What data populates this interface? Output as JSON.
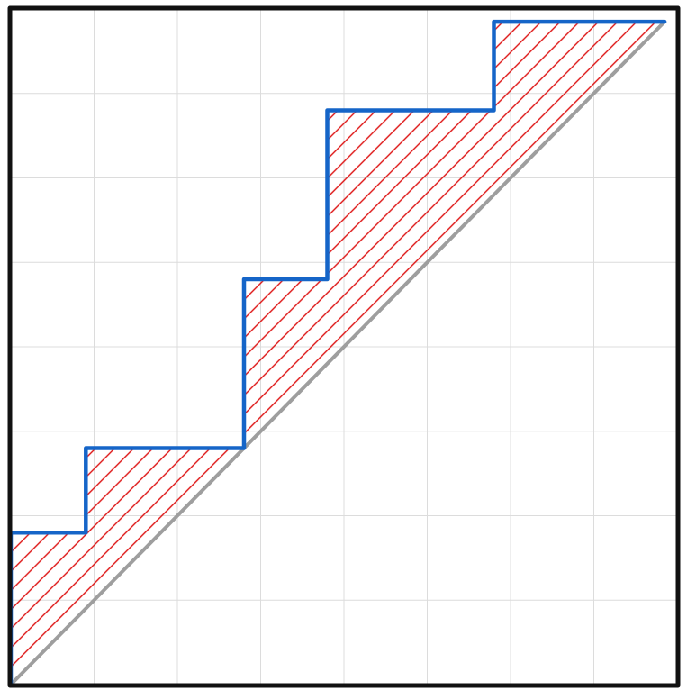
{
  "chart_data": {
    "type": "line",
    "title": "",
    "xlabel": "",
    "ylabel": "",
    "xlim": [
      0,
      8
    ],
    "ylim": [
      0,
      8
    ],
    "grid": true,
    "series": [
      {
        "role": "step",
        "color": "#1565c8",
        "points": [
          [
            0,
            0
          ],
          [
            0,
            1.8
          ],
          [
            0.9,
            1.8
          ],
          [
            0.9,
            2.8
          ],
          [
            2.8,
            2.8
          ],
          [
            2.8,
            4.8
          ],
          [
            3.8,
            4.8
          ],
          [
            3.8,
            6.8
          ],
          [
            5.8,
            6.8
          ],
          [
            5.8,
            7.85
          ],
          [
            7.85,
            7.85
          ]
        ]
      },
      {
        "role": "diagonal",
        "color": "#9e9e9e",
        "points": [
          [
            0,
            0
          ],
          [
            7.85,
            7.85
          ]
        ]
      }
    ],
    "hatch_color": "#dd1111"
  }
}
